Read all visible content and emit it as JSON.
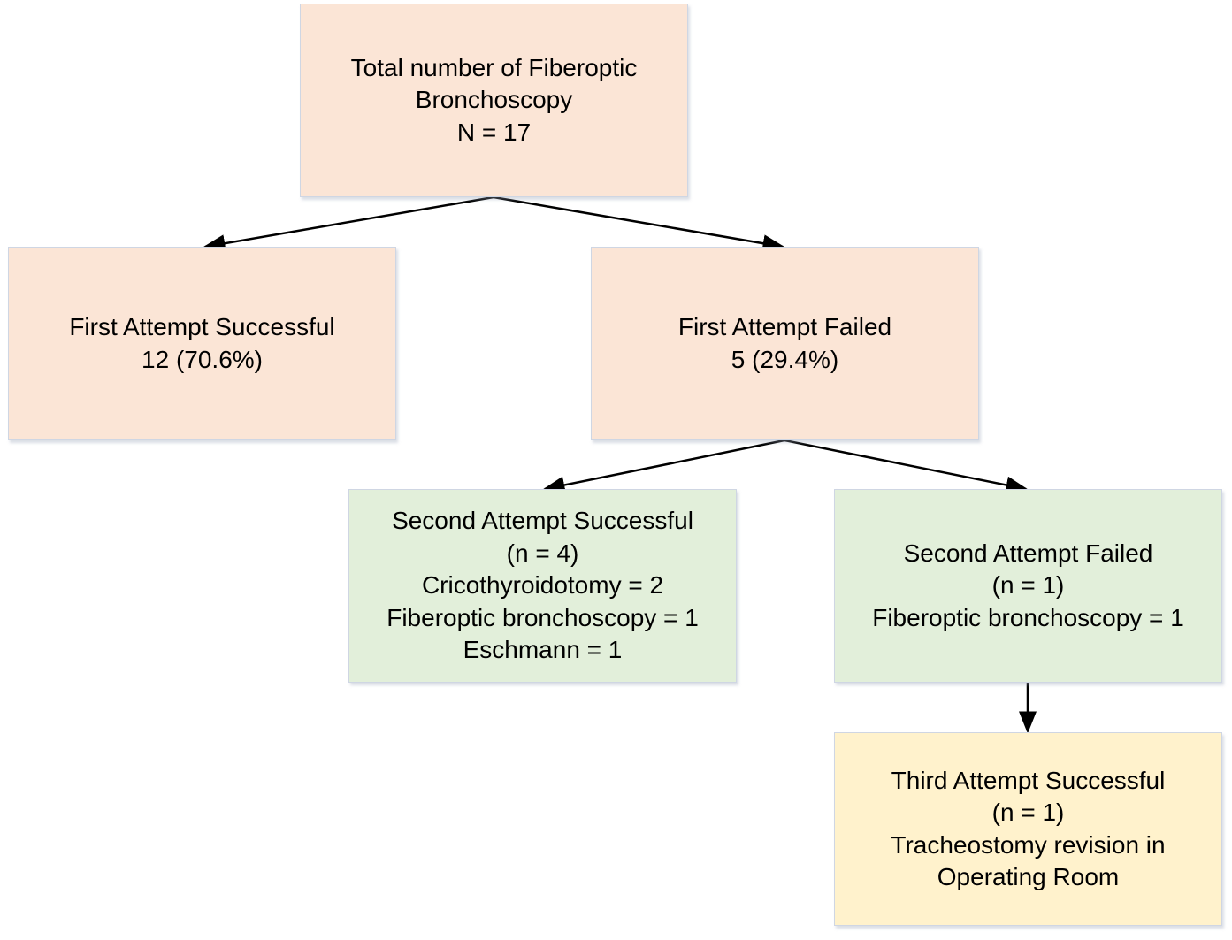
{
  "colors": {
    "level1_fill": "#fbe5d6",
    "level2_fill": "#e2efda",
    "level3_fill": "#fff2cc",
    "arrow": "#000000"
  },
  "nodes": {
    "total": {
      "lines": [
        "Total number of Fiberoptic",
        "Bronchoscopy",
        "N = 17"
      ]
    },
    "first_attempt_successful": {
      "lines": [
        "First Attempt Successful",
        "12 (70.6%)"
      ]
    },
    "first_attempt_failed": {
      "lines": [
        "First Attempt Failed",
        "5 (29.4%)"
      ]
    },
    "second_attempt_successful": {
      "lines": [
        "Second Attempt Successful",
        "(n = 4)",
        "Cricothyroidotomy = 2",
        "Fiberoptic bronchoscopy = 1",
        "Eschmann = 1"
      ]
    },
    "second_attempt_failed": {
      "lines": [
        "Second Attempt Failed",
        "(n = 1)",
        "Fiberoptic bronchoscopy = 1"
      ]
    },
    "third_attempt_successful": {
      "lines": [
        "Third Attempt Successful",
        "(n = 1)",
        "Tracheostomy revision in",
        "Operating Room"
      ]
    }
  },
  "edges": [
    {
      "from": "total",
      "to": "first_attempt_successful"
    },
    {
      "from": "total",
      "to": "first_attempt_failed"
    },
    {
      "from": "first_attempt_failed",
      "to": "second_attempt_successful"
    },
    {
      "from": "first_attempt_failed",
      "to": "second_attempt_failed"
    },
    {
      "from": "second_attempt_failed",
      "to": "third_attempt_successful"
    }
  ]
}
